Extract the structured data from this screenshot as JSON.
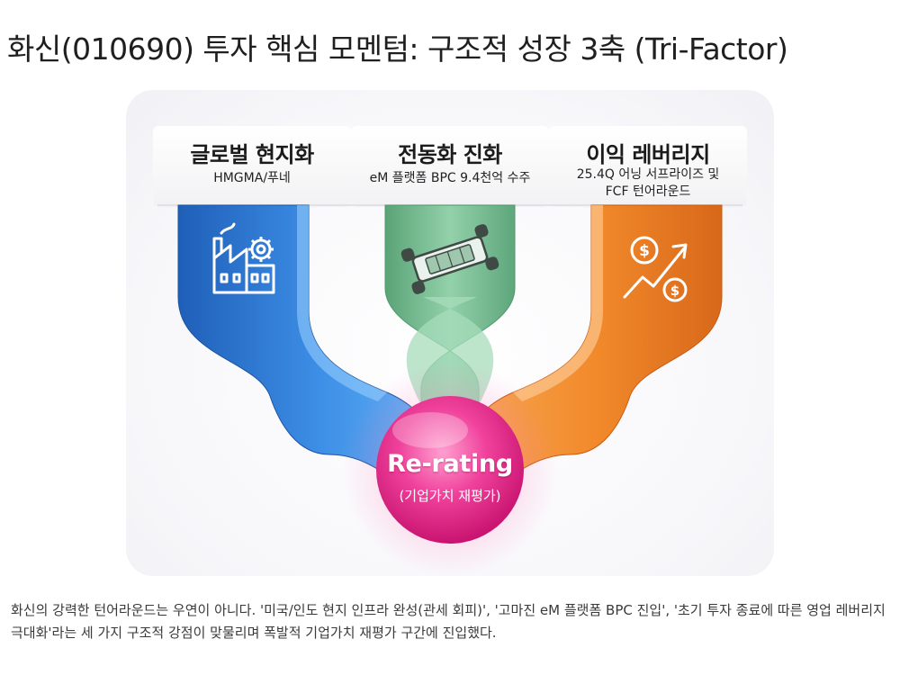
{
  "title": "화신(010690) 투자 핵심 모멘텀: 구조적 성장 3축 (Tri-Factor)",
  "factors": [
    {
      "name": "글로벌 현지화",
      "subtitle": "HMGMA/푸네",
      "icon": "factory-gear-icon",
      "color": "#2f7fd6"
    },
    {
      "name": "전동화 진화",
      "subtitle": "eM 플랫폼 BPC 9.4천억 수주",
      "icon": "ev-chassis-icon",
      "color": "#6fb68a"
    },
    {
      "name": "이익 레버리지",
      "subtitle_line1": "25.4Q 어닝 서프라이즈 및",
      "subtitle_line2": "FCF 턴어라운드",
      "icon": "money-growth-icon",
      "color": "#f08a2c"
    }
  ],
  "center": {
    "title": "Re-rating",
    "subtitle": "(기업가치 재평가)",
    "color": "#e5288a"
  },
  "description": "화신의 강력한 턴어라운드는 우연이 아니다. '미국/인도 현지 인프라 완성(관세 회피)', '고마진 eM 플랫폼 BPC 진입', '초기 투자 종료에 따른 영업 레버리지 극대화'라는 세 가지 구조적 강점이 맞물리며 폭발적 기업가치 재평가 구간에 진입했다."
}
